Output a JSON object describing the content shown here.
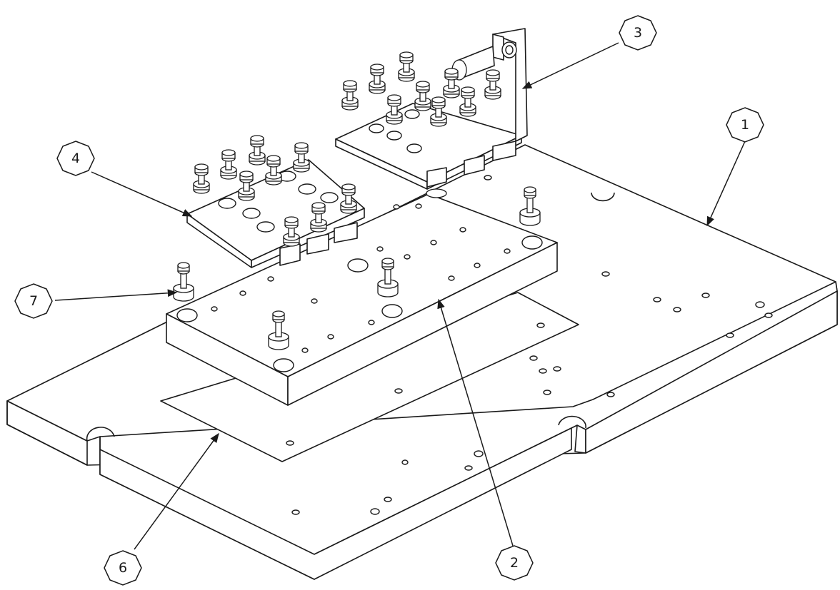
{
  "callouts": [
    {
      "label": "1"
    },
    {
      "label": "2"
    },
    {
      "label": "3"
    },
    {
      "label": "4"
    },
    {
      "label": "6"
    },
    {
      "label": "7"
    }
  ]
}
